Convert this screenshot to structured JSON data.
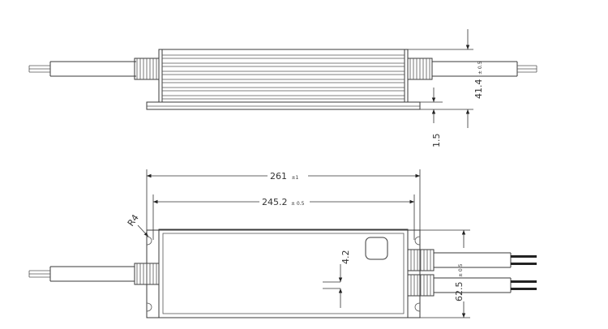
{
  "dimensions": {
    "top_height_main": "41.4",
    "top_height_tol": "± 0.5",
    "flange": "1.5",
    "overall_length_main": "261",
    "overall_length_tol": "±1",
    "mount_length_main": "245.2",
    "mount_length_tol": "± 0.5",
    "hole_dia": "4.2",
    "width_main": "62.5",
    "width_tol": "± 0.5",
    "corner_radius": "R4"
  }
}
